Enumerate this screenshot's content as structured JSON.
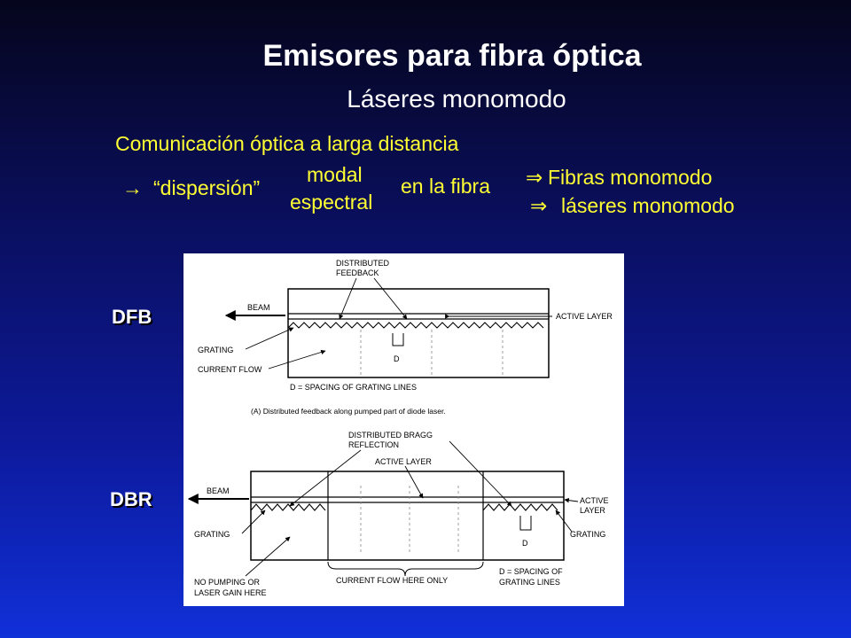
{
  "slide": {
    "title": "Emisores para fibra óptica",
    "subtitle": "Láseres monomodo",
    "line1": "Comunicación óptica a larga distancia",
    "arrow1": "→",
    "dispersion": "“dispersión”",
    "modal": "modal",
    "spectral": "espectral",
    "in_fiber": "en la fibra",
    "implies": "⇒",
    "fibers": "Fibras monomodo",
    "lasers": "láseres monomodo"
  },
  "labels": {
    "dfb": "DFB",
    "dbr": "DBR"
  },
  "figure_a": {
    "distributed": "DISTRIBUTED",
    "feedback": "FEEDBACK",
    "beam": "BEAM",
    "active_layer": "ACTIVE LAYER",
    "grating": "GRATING",
    "current_flow": "CURRENT FLOW",
    "d": "D",
    "spacing": "D = SPACING OF GRATING LINES",
    "caption": "(A) Distributed feedback along pumped part of diode laser."
  },
  "figure_b": {
    "bragg1": "DISTRIBUTED BRAGG",
    "bragg2": "REFLECTION",
    "active_layer": "ACTIVE LAYER",
    "beam": "BEAM",
    "active": "ACTIVE",
    "layer": "LAYER",
    "grating_left": "GRATING",
    "grating_right": "GRATING",
    "d": "D",
    "spacing1": "D = SPACING OF",
    "spacing2": "GRATING LINES",
    "no_pumping1": "NO PUMPING OR",
    "no_pumping2": "LASER GAIN HERE",
    "current_only": "CURRENT FLOW HERE ONLY"
  },
  "colors": {
    "title": "#ffffff",
    "highlight": "#ffff33",
    "background_top": "#05051c",
    "background_bottom": "#1030d8"
  }
}
